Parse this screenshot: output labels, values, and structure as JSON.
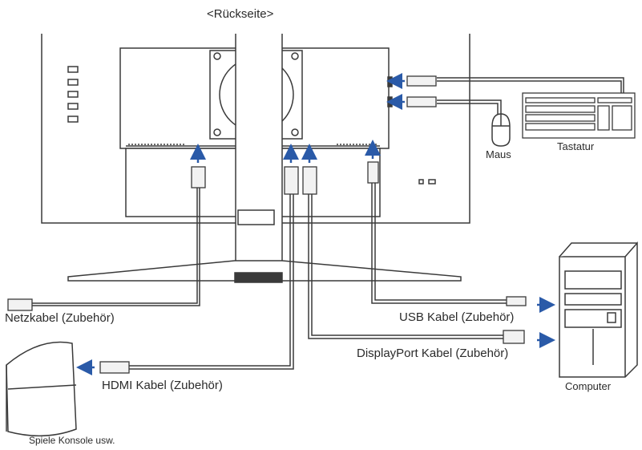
{
  "title": "<Rückseite>",
  "labels": {
    "maus": "Maus",
    "tastatur": "Tastatur",
    "netzkabel": "Netzkabel (Zubehör)",
    "usb_kabel": "USB Kabel (Zubehör)",
    "displayport_kabel": "DisplayPort Kabel (Zubehör)",
    "hdmi_kabel": "HDMI Kabel (Zubehör)",
    "computer": "Computer",
    "spiele_konsole": "Spiele Konsole usw."
  },
  "colors": {
    "line": "#3a3a3a",
    "arrow": "#2a5aa8",
    "port_fill": "#f2f2f2",
    "device_fill": "#ffffff"
  }
}
